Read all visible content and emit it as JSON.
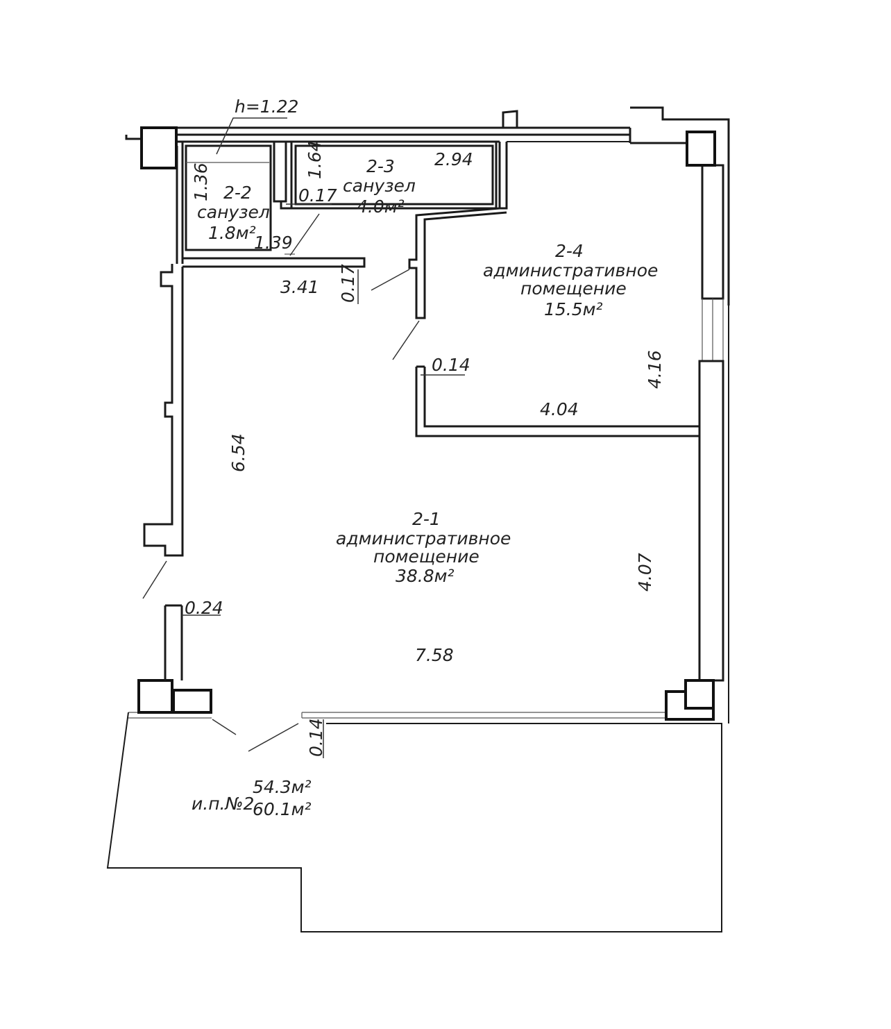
{
  "rooms": [
    {
      "number": "2-1",
      "name_line1": "административное",
      "name_line2": "помещение",
      "area": "38.8м²"
    },
    {
      "number": "2-2",
      "name_line1": "санузел",
      "area": "1.8м²"
    },
    {
      "number": "2-3",
      "name_line1": "санузел",
      "area": "4.0м²"
    },
    {
      "number": "2-4",
      "name_line1": "административное",
      "name_line2": "помещение",
      "area": "15.5м²"
    }
  ],
  "dimensions": {
    "h": "h=1.22",
    "d_1_36": "1.36",
    "d_1_64": "1.64",
    "d_2_94": "2.94",
    "d_0_17_a": "0.17",
    "d_1_39": "1.39",
    "d_3_41": "3.41",
    "d_0_17_b": "0.17",
    "d_0_14_a": "0.14",
    "d_4_16": "4.16",
    "d_4_04": "4.04",
    "d_6_54": "6.54",
    "d_4_07": "4.07",
    "d_0_24": "0.24",
    "d_7_58": "7.58",
    "d_0_14_b": "0.14"
  },
  "unit": {
    "label": "и.п.№2",
    "area_1": "54.3м²",
    "area_2": "60.1м²"
  }
}
